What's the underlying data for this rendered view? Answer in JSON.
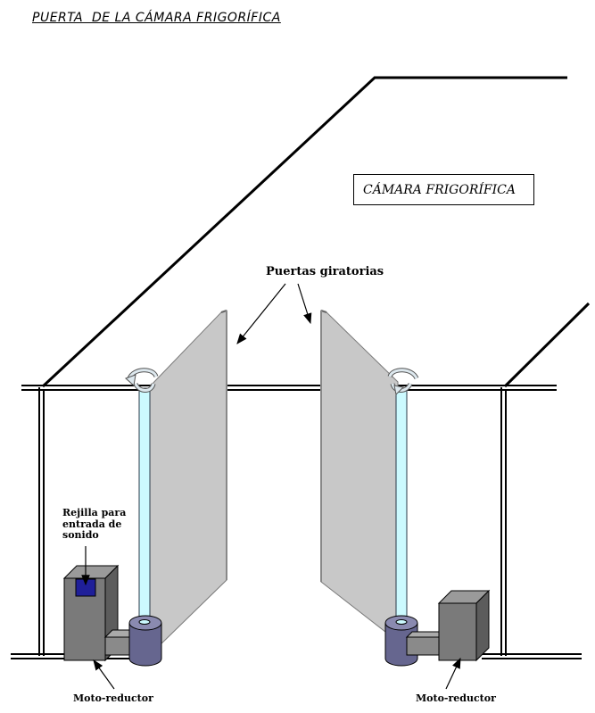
{
  "title": "PUERTA  DE LA CÁMARA FRIGORÍFICA",
  "room_label": "CÁMARA FRIGORÍFICA",
  "doors_label": "Puertas giratorias",
  "grille_label": "Rejilla para entrada de sonido",
  "motor_left_label": "Moto-reductor",
  "motor_right_label": "Moto-reductor",
  "colors": {
    "door_panel": "#c8c8c8",
    "shaft": "#ccfaff",
    "motor_base": "#66668f",
    "motor_box": "#7a7a7a",
    "grille": "#1f1f99",
    "rotation_arrow": "#dde8ee"
  }
}
